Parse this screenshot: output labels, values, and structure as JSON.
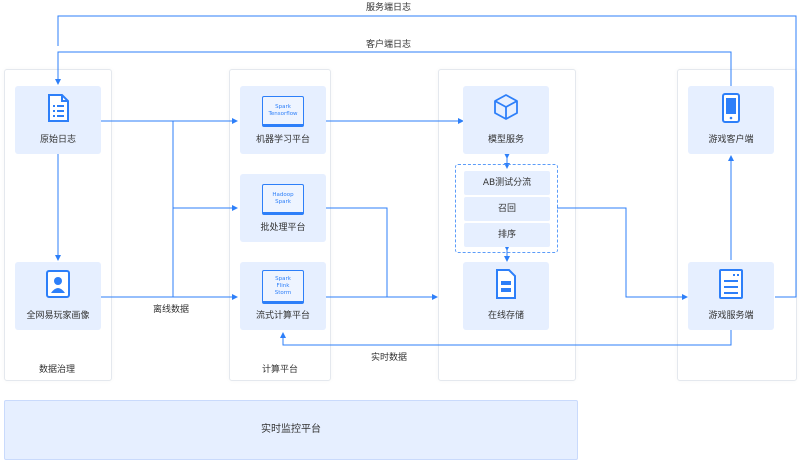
{
  "nodes": {
    "raw_log": "原始日志",
    "user_profile": "全网易玩家画像",
    "ml_platform": "机器学习平台",
    "batch_platform": "批处理平台",
    "stream_platform": "流式计算平台",
    "model_service": "模型服务",
    "ab_split": "AB测试分流",
    "recall": "召回",
    "ranking": "排序",
    "online_storage": "在线存储",
    "game_client": "游戏客户端",
    "game_server": "游戏服务端"
  },
  "tech_labels": {
    "ml": [
      "Spark",
      "Tensorflow"
    ],
    "batch": [
      "Hadoop",
      "Spark"
    ],
    "stream": [
      "Spark",
      "Flink",
      "Storm"
    ]
  },
  "columns": {
    "data_governance": "数据治理",
    "compute_platform": "计算平台"
  },
  "edges": {
    "server_log": "服务端日志",
    "client_log": "客户端日志",
    "offline_data": "离线数据",
    "realtime_data": "实时数据"
  },
  "monitor": "实时监控平台",
  "icons": {
    "raw_log": "document-list-icon",
    "user_profile": "user-profile-icon",
    "model_service": "cube-icon",
    "online_storage": "storage-icon",
    "game_client": "mobile-phone-icon",
    "game_server": "server-icon"
  },
  "colors": {
    "accent": "#2d7ff9",
    "card_bg": "#e6efff"
  }
}
